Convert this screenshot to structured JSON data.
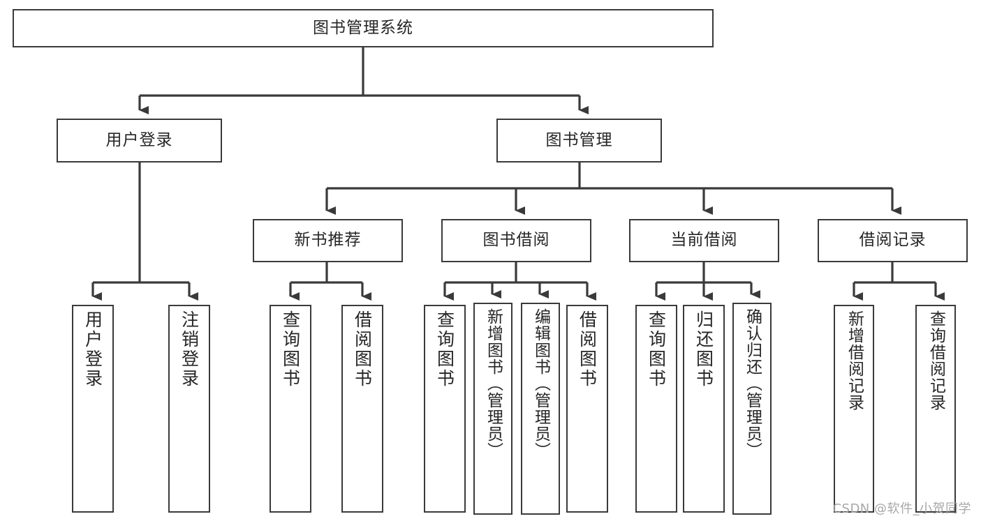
{
  "diagram": {
    "title": "图书管理系统",
    "type": "tree-hierarchy-diagram",
    "background_color": "#ffffff",
    "stroke_color": "#3a3a3a",
    "text_color": "#262626",
    "nodes": {
      "root": {
        "label": "图书管理系统"
      },
      "level2": [
        {
          "label": "用户登录"
        },
        {
          "label": "图书管理"
        }
      ],
      "level3": [
        {
          "label": "新书推荐"
        },
        {
          "label": "图书借阅"
        },
        {
          "label": "当前借阅"
        },
        {
          "label": "借阅记录"
        }
      ],
      "leaves": {
        "user_login": [
          {
            "label": "用户登录"
          },
          {
            "label": "注销登录"
          }
        ],
        "new_book_recommend": [
          {
            "label": "查询图书"
          },
          {
            "label": "借阅图书"
          }
        ],
        "book_borrow": [
          {
            "label": "查询图书"
          },
          {
            "label": "新增图书（管理员）"
          },
          {
            "label": "编辑图书（管理员）"
          },
          {
            "label": "借阅图书"
          }
        ],
        "current_borrow": [
          {
            "label": "查询图书"
          },
          {
            "label": "归还图书"
          },
          {
            "label": "确认归还（管理员）"
          }
        ],
        "borrow_record": [
          {
            "label": "新增借阅记录"
          },
          {
            "label": "查询借阅记录"
          }
        ]
      }
    },
    "watermark": "CSDN @软件_小贺同学"
  }
}
